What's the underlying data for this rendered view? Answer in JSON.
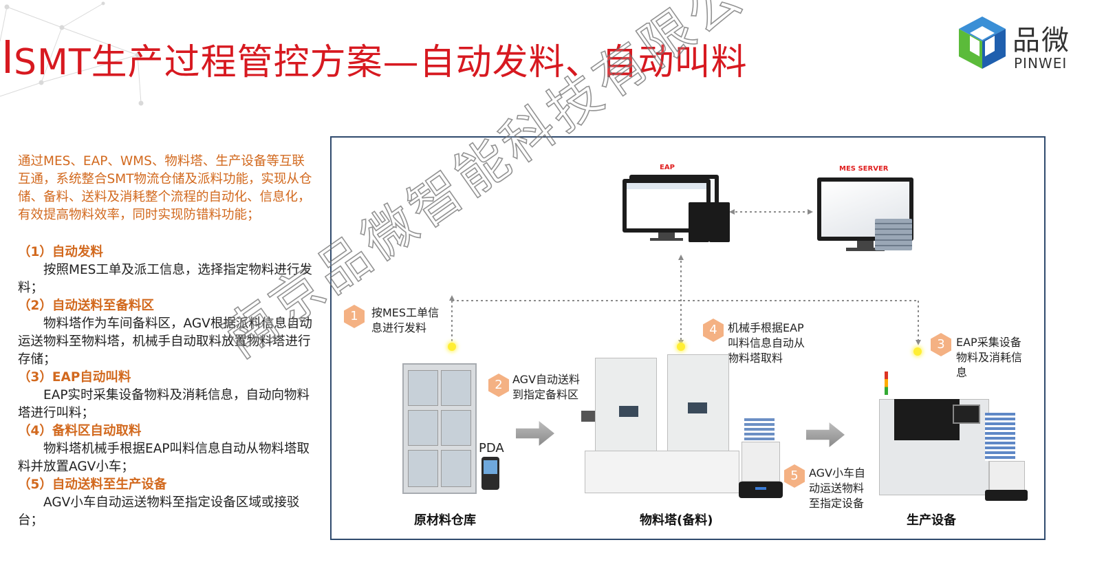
{
  "header": {
    "title": "SMT生产过程管控方案—自动发料、自动叫料",
    "logo_cn": "品微",
    "logo_en": "PINWEI"
  },
  "left_panel": {
    "intro": "通过MES、EAP、WMS、物料塔、生产设备等互联互通，系统整合SMT物流仓储及派料功能，实现从仓储、备料、送料及消耗整个流程的自动化、信息化，有效提高物料效率，同时实现防错料功能；",
    "sections": [
      {
        "title": "（1）自动发料",
        "body": "按照MES工单及派工信息，选择指定物料进行发料；"
      },
      {
        "title": "（2）自动送料至备料区",
        "body": "物料塔作为车间备料区，AGV根据派料信息自动运送物料至物料塔，机械手自动取料放置物料塔进行存储；"
      },
      {
        "title": "（3）EAP自动叫料",
        "body": "EAP实时采集设备物料及消耗信息，自动向物料塔进行叫料；"
      },
      {
        "title": "（4）备料区自动取料",
        "body": "物料塔机械手根据EAP叫料信息自动从物料塔取料并放置AGV小车；"
      },
      {
        "title": "（5）自动送料至生产设备",
        "body": "AGV小车自动运送物料至指定设备区域或接驳台；"
      }
    ]
  },
  "diagram": {
    "eap_label": "EAP",
    "mes_label": "MES SERVER",
    "pda_label": "PDA",
    "steps": [
      {
        "num": "1",
        "line1": "按MES工单信",
        "line2": "息进行发料"
      },
      {
        "num": "2",
        "line1": "AGV自动送料",
        "line2": "到指定备料区"
      },
      {
        "num": "3",
        "line1": "EAP采集设备",
        "line2": "物料及消耗信",
        "line3": "息"
      },
      {
        "num": "4",
        "line1": "机械手根据EAP",
        "line2": "叫料信息自动从",
        "line3": "物料塔取料"
      },
      {
        "num": "5",
        "line1": "AGV小车自",
        "line2": "动运送物料",
        "line3": "至指定设备"
      }
    ],
    "captions": {
      "warehouse": "原材料仓库",
      "tower": "物料塔(备料)",
      "equipment": "生产设备"
    }
  },
  "watermark": "南京品微智能科技有限公司",
  "colors": {
    "title": "#d71920",
    "accent_orange": "#d2691e",
    "frame": "#2f4a6d",
    "step_hex": "#f4b183",
    "signal_dot": "#ffee33"
  }
}
